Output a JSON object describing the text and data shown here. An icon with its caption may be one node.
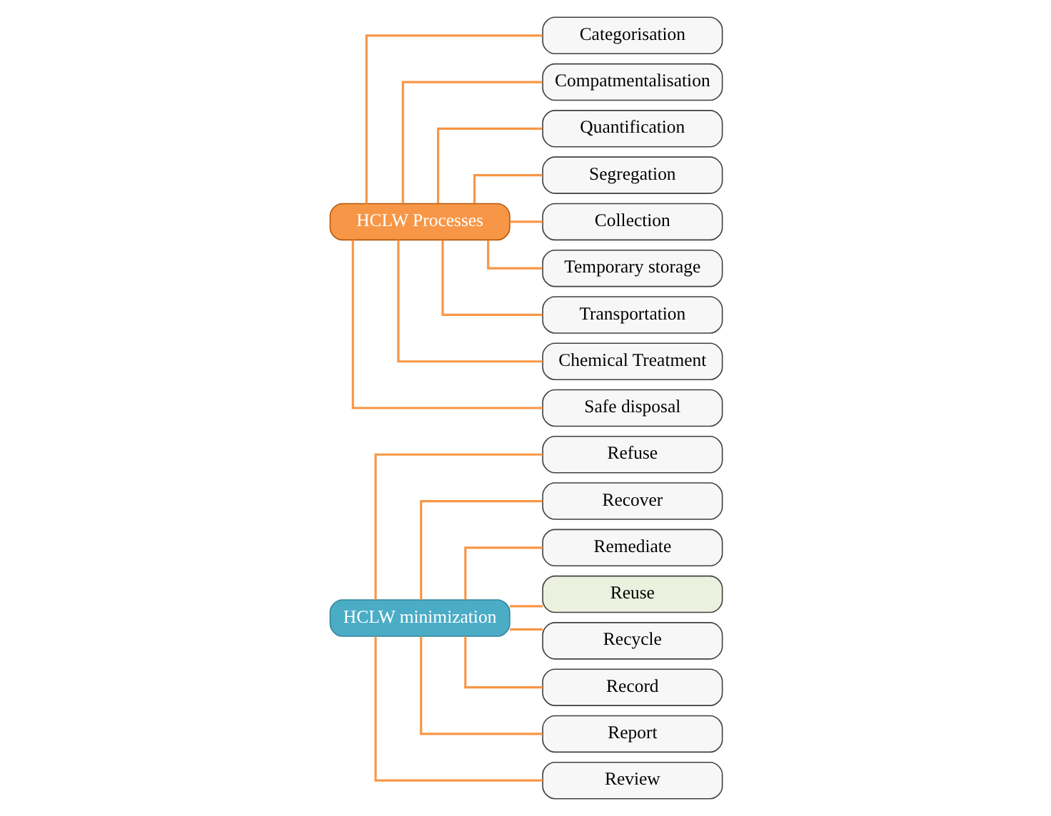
{
  "diagram": {
    "nodes": [
      {
        "text": [
          "HCLW minimization"
        ]
      },
      {
        "text": [
          "Refuse"
        ]
      },
      {
        "text": [
          "Recover"
        ]
      },
      {
        "text": [
          "Remediate"
        ]
      },
      {
        "text": [
          "Reuse"
        ]
      },
      {
        "text": [
          "Recycle"
        ]
      },
      {
        "text": [
          "Record"
        ]
      },
      {
        "text": [
          "Report"
        ]
      },
      {
        "text": [
          "Review"
        ]
      },
      {
        "text": [
          "HCLW Processes"
        ]
      },
      {
        "text": [
          "Categorisation"
        ]
      },
      {
        "text": [
          "Compatmentalisation"
        ]
      },
      {
        "text": [
          "Quantification"
        ]
      },
      {
        "text": [
          "Segregation"
        ]
      },
      {
        "text": [
          "Collection"
        ]
      },
      {
        "text": [
          "Temporary storage"
        ]
      },
      {
        "text": [
          "Transportation"
        ]
      },
      {
        "text": [
          "Chemical Treatment"
        ]
      },
      {
        "text": [
          "Safe disposal"
        ]
      }
    ],
    "edges": [
      {
        "from": 0,
        "to": 1,
        "arrow": "none"
      },
      {
        "from": 0,
        "to": 2,
        "arrow": "none"
      },
      {
        "from": 0,
        "to": 3,
        "arrow": "none"
      },
      {
        "from": 0,
        "to": 4,
        "arrow": "none"
      },
      {
        "from": 0,
        "to": 5,
        "arrow": "none"
      },
      {
        "from": 0,
        "to": 6,
        "arrow": "none"
      },
      {
        "from": 0,
        "to": 7,
        "arrow": "none"
      },
      {
        "from": 0,
        "to": 8,
        "arrow": "none"
      },
      {
        "from": 9,
        "to": 10,
        "arrow": "none"
      },
      {
        "from": 9,
        "to": 11,
        "arrow": "none"
      },
      {
        "from": 9,
        "to": 12,
        "arrow": "none"
      },
      {
        "from": 9,
        "to": 13,
        "arrow": "none"
      },
      {
        "from": 9,
        "to": 14,
        "arrow": "none"
      },
      {
        "from": 9,
        "to": 15,
        "arrow": "none"
      },
      {
        "from": 9,
        "to": 16,
        "arrow": "none"
      },
      {
        "from": 9,
        "to": 17,
        "arrow": "none"
      },
      {
        "from": 9,
        "to": 18,
        "arrow": "none"
      }
    ]
  }
}
